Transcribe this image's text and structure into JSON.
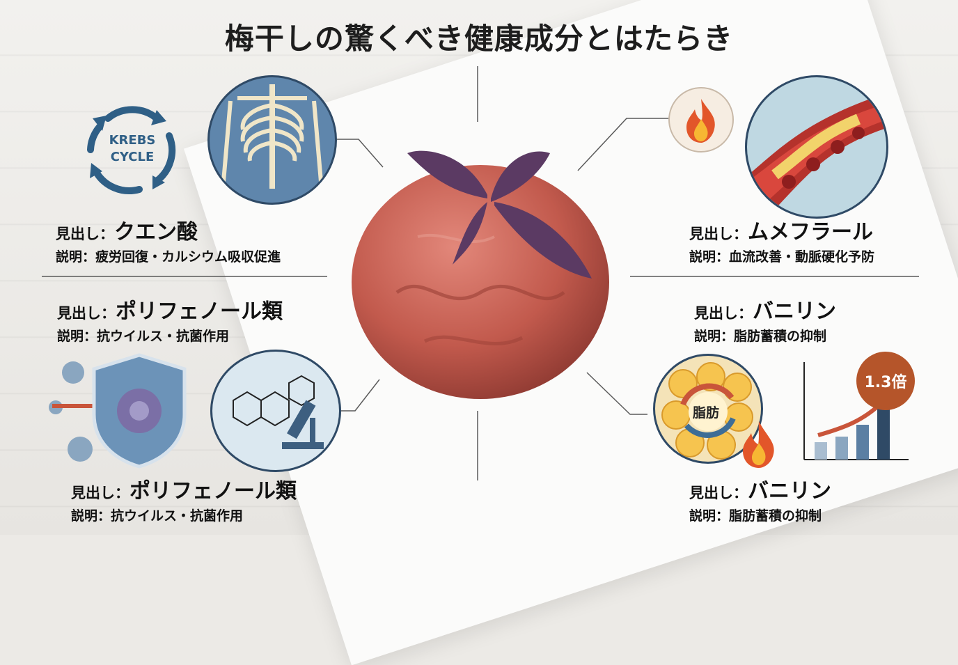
{
  "title": "梅干しの驚くべき健康成分とはたらき",
  "icons": {
    "krebs_line1": "KREBS",
    "krebs_line2": "CYCLE",
    "fat_label": "脂肪",
    "multiplier": "1.3倍"
  },
  "items": [
    {
      "prefix": "見出し：",
      "heading": "クエン酸",
      "desc": "説明：疲労回復・カルシウム吸収促進"
    },
    {
      "prefix": "見出し：",
      "heading": "ムメフラール",
      "desc": "説明：血流改善・動脈硬化予防"
    },
    {
      "prefix": "見出し：",
      "heading": "ポリフェノール類",
      "desc": "説明：抗ウイルス・抗菌作用"
    },
    {
      "prefix": "見出し：",
      "heading": "バニリン",
      "desc": "説明：脂肪蓄積の抑制"
    },
    {
      "prefix": "見出し：",
      "heading": "ポリフェノール類",
      "desc": "説明：抗ウイルス・抗菌作用"
    },
    {
      "prefix": "見出し：",
      "heading": "バニリン",
      "desc": "説明：脂肪蓄積の抑制"
    }
  ],
  "colors": {
    "plum": "#c25a4d",
    "shiso": "#5b3a63",
    "navy": "#2f4a66",
    "accent": "#b5552a"
  }
}
